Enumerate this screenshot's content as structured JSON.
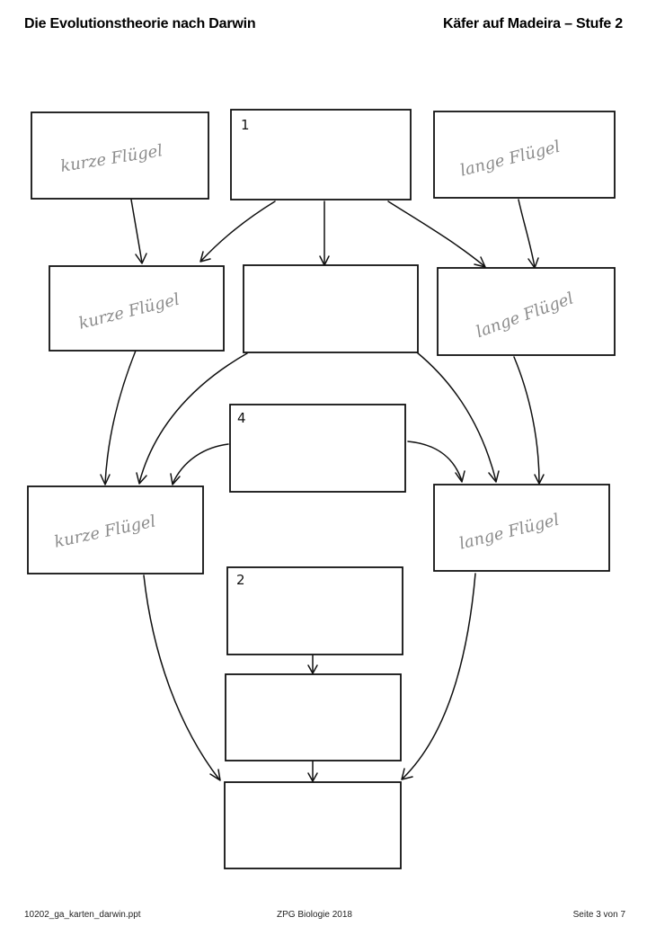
{
  "header": {
    "title_left": "Die Evolutionstheorie nach Darwin",
    "title_right": "Käfer auf Madeira – Stufe 2"
  },
  "footer": {
    "file": "10202_ga_karten_darwin.ppt",
    "center": "ZPG Biologie 2018",
    "page": "Seite 3 von 7"
  },
  "boxes": {
    "top_left": "kurze Flügel",
    "top_center_number": "1",
    "top_right": "lange Flügel",
    "mid_left": "kurze Flügel",
    "mid_right": "lange Flügel",
    "box4_number": "4",
    "low_left": "kurze Flügel",
    "low_right": "lange Flügel",
    "box2_number": "2"
  },
  "colors": {
    "stroke": "#111111",
    "handwriting": "#8c8c8c"
  }
}
